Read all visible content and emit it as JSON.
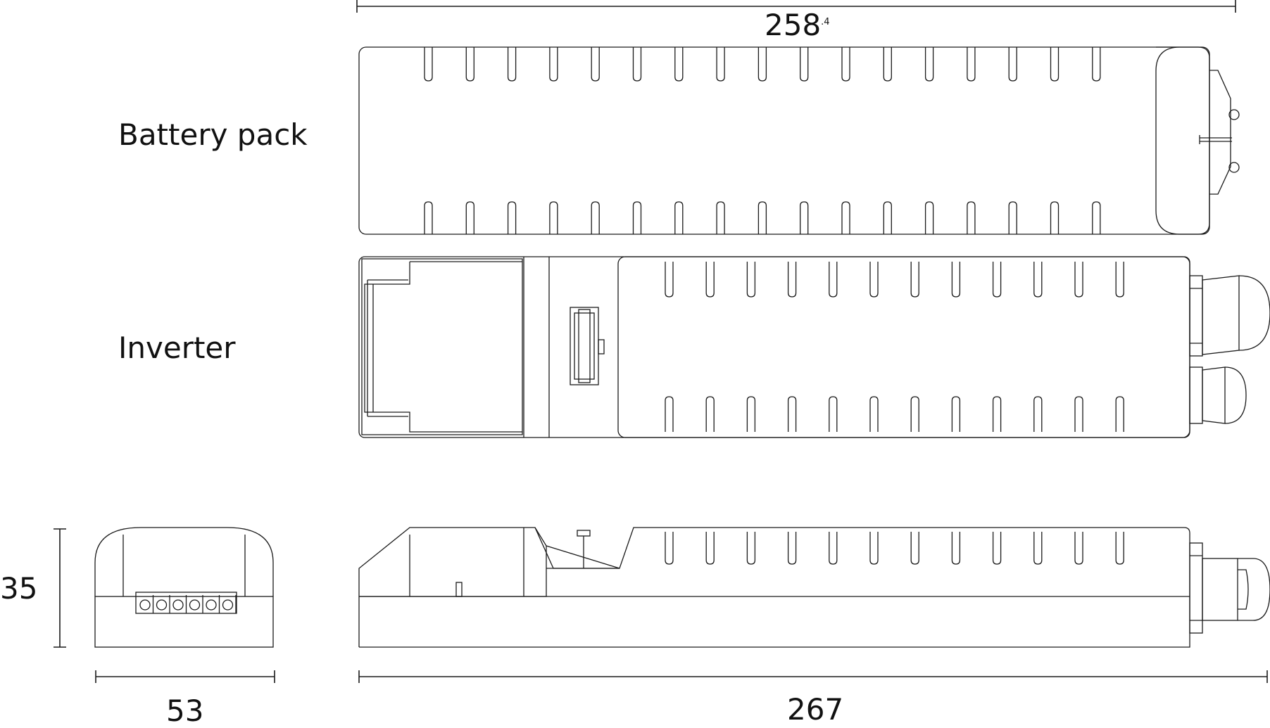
{
  "labels": {
    "battery_pack": "Battery pack",
    "inverter": "Inverter"
  },
  "dimensions": {
    "top_width": "258",
    "top_width_sup": ".4",
    "height": "35",
    "end_width": "53",
    "bottom_width": "267"
  },
  "colors": {
    "line": "#1a1a1a",
    "background": "#ffffff"
  }
}
